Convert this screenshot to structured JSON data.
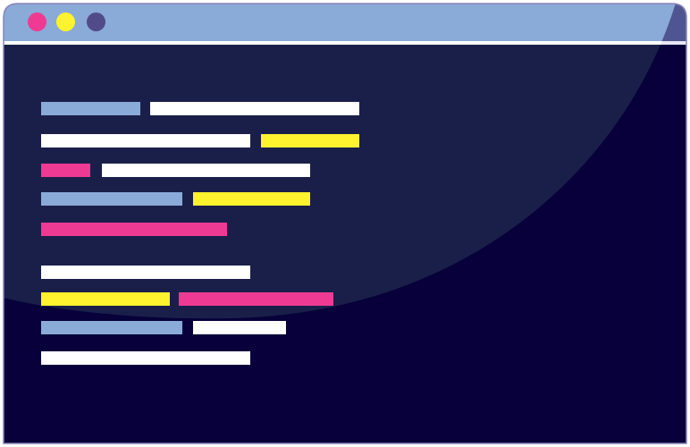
{
  "colors": {
    "titlebar": "#8aaad8",
    "titlebar_shadow": "#4f5590",
    "editor_light": "#1a1f4a",
    "editor_dark": "#07003a",
    "blue": "#8aaad8",
    "white": "#ffffff",
    "yellow": "#fff22e",
    "pink": "#ee3a93",
    "purple": "#514b8a"
  },
  "window_controls": [
    {
      "icon": "close-dot-icon",
      "color": "pink"
    },
    {
      "icon": "minimize-dot-icon",
      "color": "yellow"
    },
    {
      "icon": "maximize-dot-icon",
      "color": "purple"
    }
  ],
  "code_lines": [
    [
      {
        "color": "blue"
      },
      {
        "color": "white"
      }
    ],
    [
      {
        "color": "white"
      },
      {
        "color": "yellow"
      }
    ],
    [
      {
        "color": "pink"
      },
      {
        "color": "white"
      }
    ],
    [
      {
        "color": "blue"
      },
      {
        "color": "yellow"
      }
    ],
    [
      {
        "color": "pink"
      }
    ],
    [
      {
        "color": "white"
      }
    ],
    [
      {
        "color": "yellow"
      },
      {
        "color": "pink"
      }
    ],
    [
      {
        "color": "blue"
      },
      {
        "color": "white"
      }
    ],
    [
      {
        "color": "white"
      }
    ]
  ]
}
